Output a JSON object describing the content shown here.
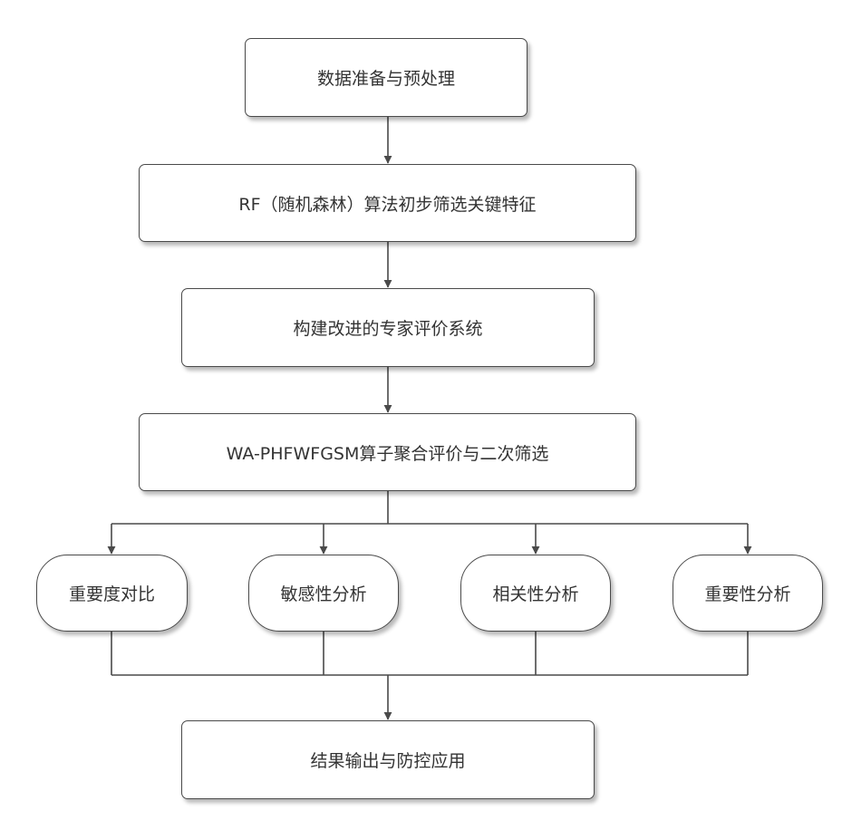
{
  "steps": {
    "step1": "数据准备与预处理",
    "step2": "RF（随机森林）算法初步筛选关键特征",
    "step3": "构建改进的专家评价系统",
    "step4": "WA-PHFWFGSM算子聚合评价与二次筛选",
    "branches": [
      "重要度对比",
      "敏感性分析",
      "相关性分析",
      "重要性分析"
    ],
    "step5": "结果输出与防控应用"
  },
  "colors": {
    "line": "#4a4a4a",
    "text": "#333333",
    "background": "#ffffff"
  }
}
